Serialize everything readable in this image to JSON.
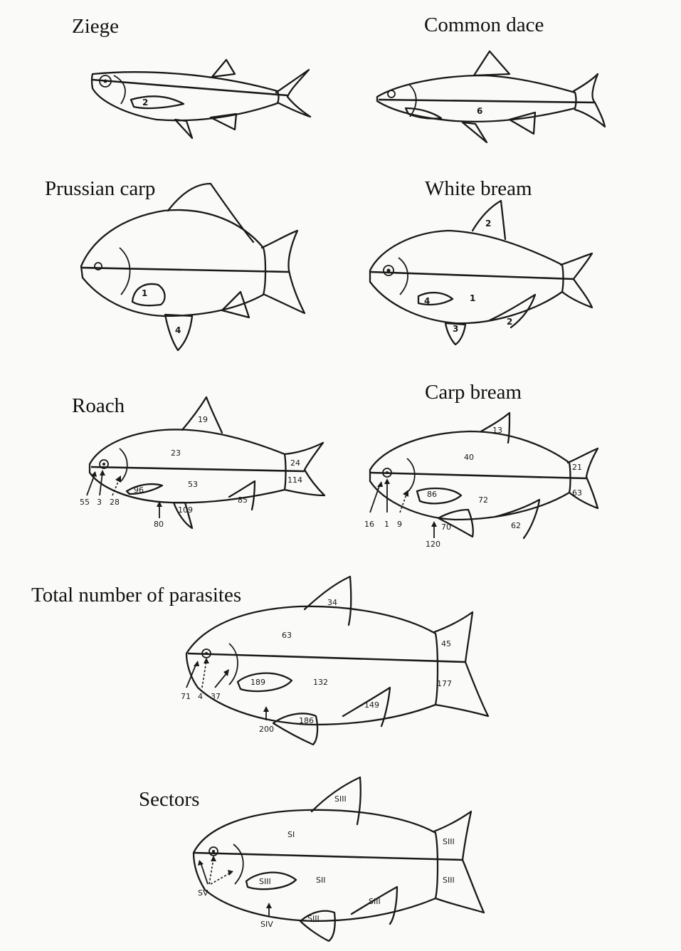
{
  "titles": {
    "ziege": "Ziege",
    "common_dace": "Common dace",
    "prussian_carp": "Prussian carp",
    "white_bream": "White bream",
    "roach": "Roach",
    "carp_bream": "Carp bream",
    "total": "Total number of parasites",
    "sectors": "Sectors"
  },
  "ziege": {
    "pectoral": "2"
  },
  "common_dace": {
    "body": "6"
  },
  "prussian_carp": {
    "pectoral": "1",
    "pelvic": "4"
  },
  "white_bream": {
    "dorsal": "2",
    "body": "1",
    "pectoral": "4",
    "pelvic": "3",
    "anal": "2"
  },
  "roach": {
    "dorsal": "19",
    "upper_body": "23",
    "lower_body": "53",
    "pectoral": "96",
    "tail_upper": "24",
    "tail_lower": "114",
    "anal": "85",
    "pelvic": "109",
    "belly": "80",
    "mouth": "55",
    "eye": "3",
    "gill": "28"
  },
  "carp_bream": {
    "dorsal": "13",
    "upper_body": "40",
    "lower_body": "72",
    "pectoral": "86",
    "tail_upper": "21",
    "tail_lower": "63",
    "anal": "62",
    "pelvic": "70",
    "belly": "120",
    "mouth": "16",
    "eye": "1",
    "gill": "9"
  },
  "total": {
    "dorsal": "34",
    "upper_body": "63",
    "lower_body": "132",
    "pectoral": "189",
    "tail_upper": "45",
    "tail_lower": "177",
    "anal": "149",
    "pelvic": "186",
    "belly": "200",
    "mouth": "71",
    "eye": "4",
    "gill": "37"
  },
  "sectors": {
    "dorsal": "SIII",
    "upper_body": "SI",
    "lower_body": "SII",
    "pectoral": "SIII",
    "tail_upper": "SIII",
    "tail_lower": "SIII",
    "anal": "SIII",
    "pelvic": "SIII",
    "belly": "SIV",
    "head": "SV"
  }
}
